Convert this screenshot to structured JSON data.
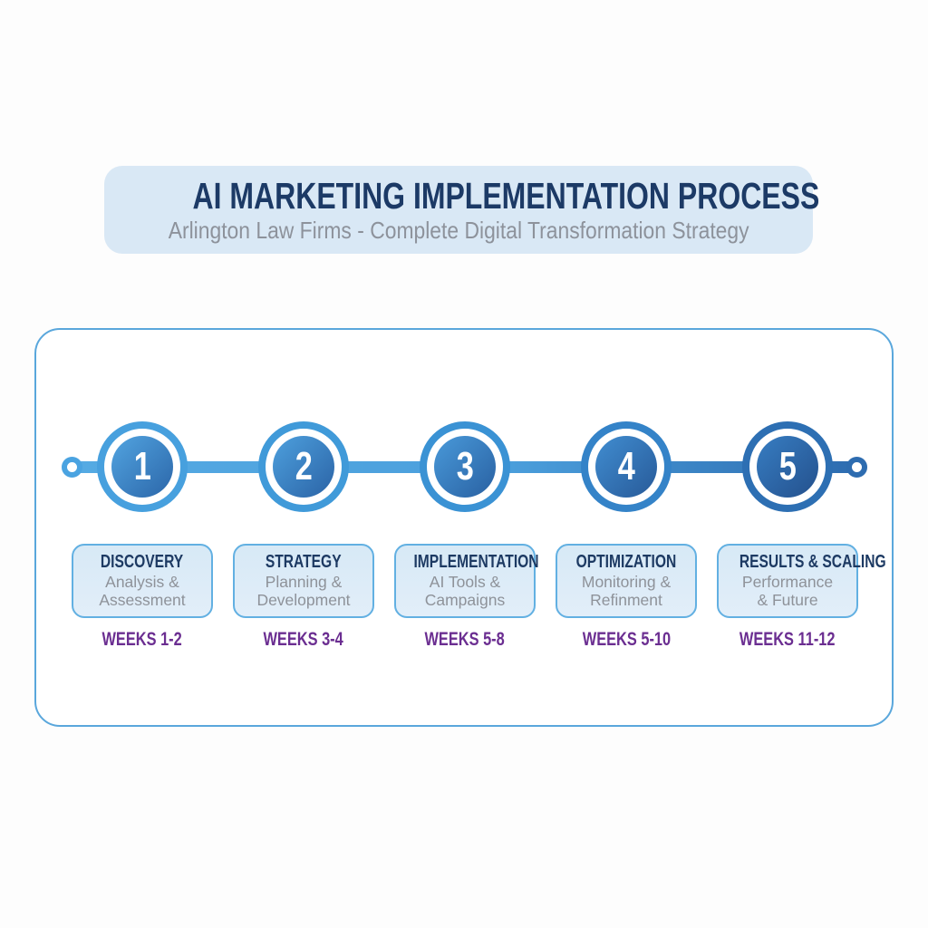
{
  "header": {
    "title": "AI MARKETING IMPLEMENTATION PROCESS",
    "subtitle": "Arlington Law Firms - Complete Digital Transformation Strategy"
  },
  "stages": [
    {
      "number": "1",
      "name": "DISCOVERY",
      "desc1": "Analysis &",
      "desc2": "Assessment",
      "weeks": "WEEKS 1-2"
    },
    {
      "number": "2",
      "name": "STRATEGY",
      "desc1": "Planning &",
      "desc2": "Development",
      "weeks": "WEEKS 3-4"
    },
    {
      "number": "3",
      "name": "IMPLEMENTATION",
      "desc1": "AI Tools &",
      "desc2": "Campaigns",
      "weeks": "WEEKS 5-8"
    },
    {
      "number": "4",
      "name": "OPTIMIZATION",
      "desc1": "Monitoring &",
      "desc2": "Refinment",
      "weeks": "WEEKS 5-10"
    },
    {
      "number": "5",
      "name": "RESULTS & SCALING",
      "desc1": "Performance",
      "desc2": "& Future",
      "weeks": "WEEKS 11-12"
    }
  ],
  "colors": {
    "header_bg": "#d9e8f5",
    "title_navy": "#1c3a66",
    "subtitle_gray": "#8d929b",
    "panel_border": "#5aa7dc",
    "timeline_start": "#55aae3",
    "timeline_end": "#2d6cb0",
    "card_bg": "#dcebf7",
    "card_border": "#62b0e2",
    "card_title_navy": "#1d3a63",
    "card_desc_gray": "#8e9299",
    "weeks_purple": "#6b2e91",
    "circle_number_white": "#ffffff"
  }
}
